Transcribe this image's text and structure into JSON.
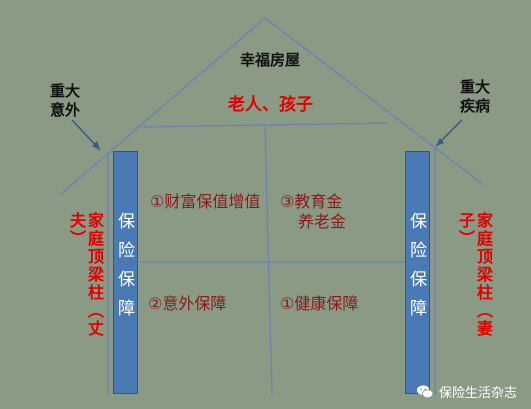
{
  "roof_title": "幸福房屋",
  "roof_band": "老人、孩子",
  "left_risk": "重大意外",
  "right_risk": "重大疾病",
  "left_pillar_caption": "家庭顶梁柱（丈夫）",
  "right_pillar_caption": "家庭顶梁柱（妻子）",
  "pillar_label": "保险保障",
  "cells": {
    "top_left": "①财富保值增值",
    "top_right_line1": "③教育金",
    "top_right_line2": "养老金",
    "bottom_left": "②意外保障",
    "bottom_right": "①健康保障"
  },
  "watermark": "保险生活杂志",
  "colors": {
    "background": "#8a9a84",
    "lines": "#6f84b0",
    "pillar": "#4a7ab5",
    "accent_red": "#e00000",
    "cell_text": "#8b1a1a"
  }
}
